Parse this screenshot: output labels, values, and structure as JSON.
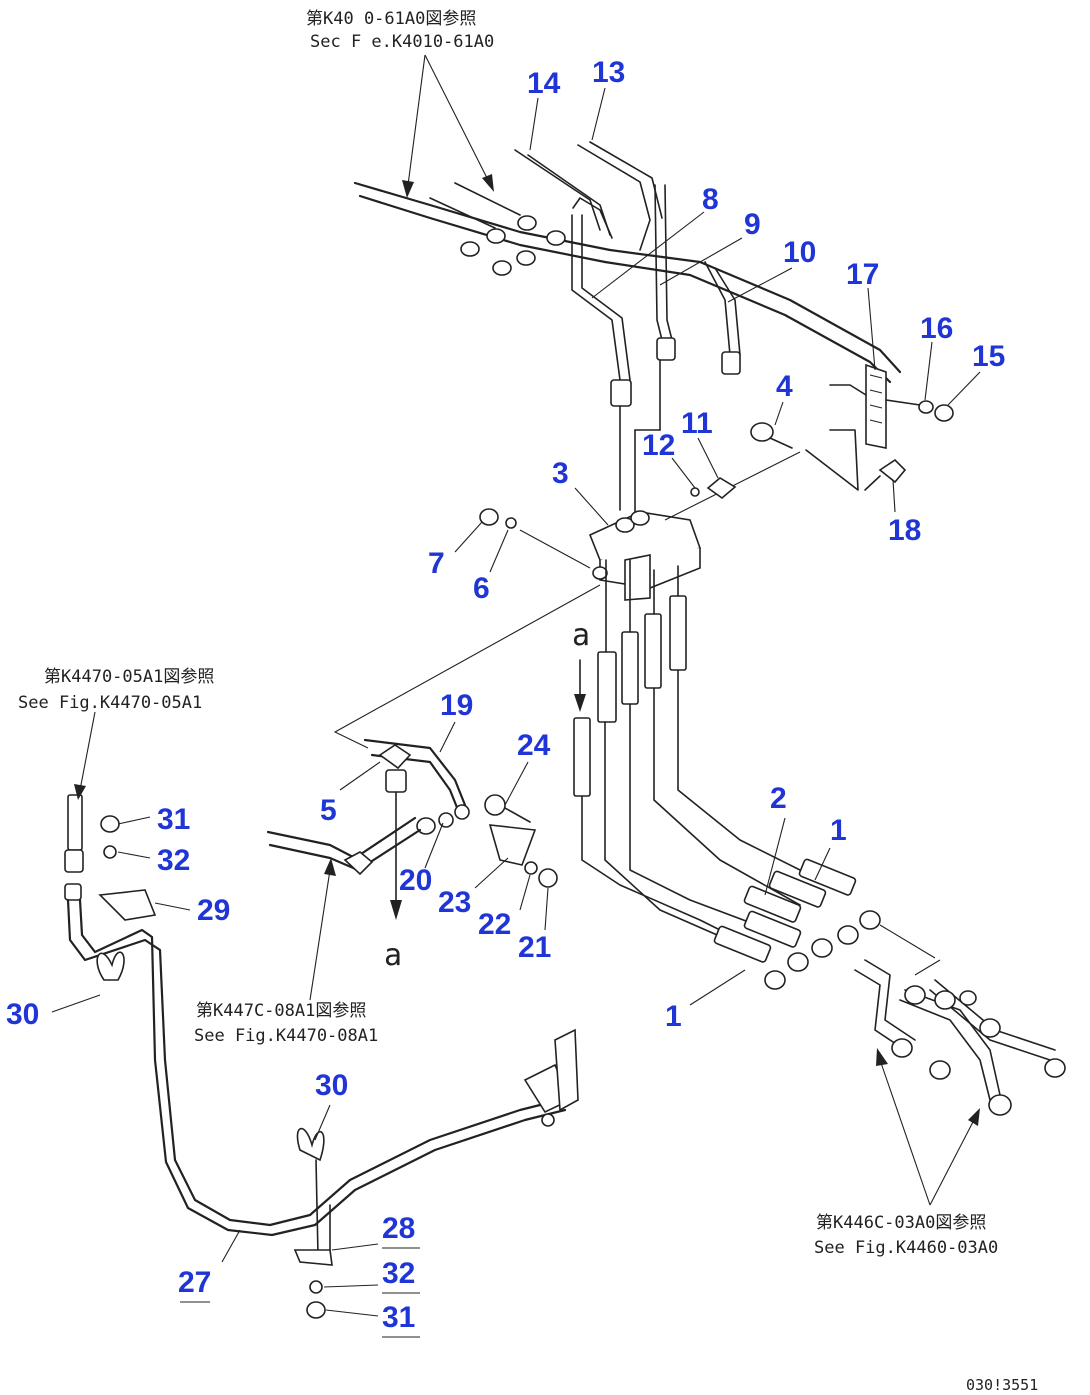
{
  "references": [
    {
      "id": "ref-k4010",
      "jp": "第K40 0-61A0図参照",
      "en": "Sec F e.K4010-61A0"
    },
    {
      "id": "ref-k4470-05",
      "jp": "第K4470-05A1図参照",
      "en": "See Fig.K4470-05A1"
    },
    {
      "id": "ref-k4470-08",
      "jp": "第K447C-08A1図参照",
      "en": "See Fig.K4470-08A1"
    },
    {
      "id": "ref-k4460",
      "jp": "第K446C-03A0図参照",
      "en": "See Fig.K4460-03A0"
    }
  ],
  "callouts": {
    "p1a": "1",
    "p1b": "1",
    "p2": "2",
    "p3": "3",
    "p4": "4",
    "p5": "5",
    "p6": "6",
    "p7": "7",
    "p8": "8",
    "p9": "9",
    "p10": "10",
    "p11": "11",
    "p12": "12",
    "p13": "13",
    "p14": "14",
    "p15": "15",
    "p16": "16",
    "p17": "17",
    "p18": "18",
    "p19": "19",
    "p20": "20",
    "p21": "21",
    "p22": "22",
    "p23": "23",
    "p24": "24",
    "p27": "27",
    "p28": "28",
    "p29": "29",
    "p30a": "30",
    "p30b": "30",
    "p31a": "31",
    "p31b": "31",
    "p32a": "32",
    "p32b": "32"
  },
  "connection_marks": {
    "top": "a",
    "bottom": "a"
  },
  "drawing_code": "030!3551",
  "colors": {
    "callout": "#1f35d6",
    "line": "#222222"
  }
}
